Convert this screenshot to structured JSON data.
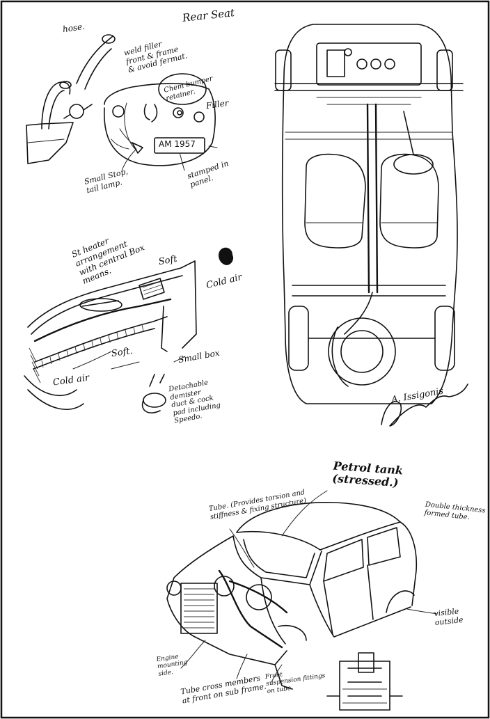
{
  "notes": {
    "rear_seat": "Rear Seat",
    "hose": "hose.",
    "weld_filler": "weld filler\nfront & frame\n& avoid fermat.",
    "bumper_retainer": "Chem bumper\nretainer.",
    "filler": "Filler",
    "plate": "AM 1957",
    "small_stop": "Small Stop,\ntail lamp.",
    "stamped": "stamped in\npanel.",
    "heater": "St heater\narrangement\nwith central Box\nmeans.",
    "soft_top": "Soft",
    "cold_air_right": "Cold air",
    "soft_mid": "Soft.",
    "small_box": "Small box",
    "cold_air_left": "Cold air",
    "detachable": "Detachable\ndemister\nduct & cock\npad including\nSpeedo.",
    "petrol_tank": "Petrol tank\n(stressed.)",
    "tube": "Tube. (Provides torsion and\nstiffness & fixing structure)",
    "double_thickness": "Double thickness\nformed tube.",
    "visible_outside": "visible outside",
    "engine": "Engine\nmounting\nside.",
    "tube_cross": "Tube cross members\nat front on sub frame.",
    "front_suspension": "Front\nsuspension fittings\non tube.",
    "signature": "A. Issigonis"
  }
}
